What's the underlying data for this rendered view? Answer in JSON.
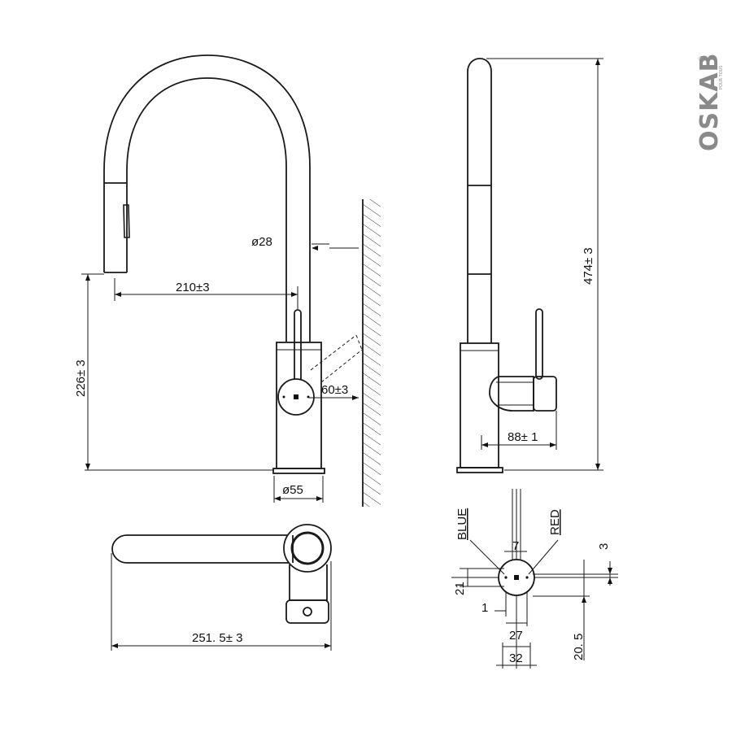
{
  "brand": {
    "logo_text": "OSKAB",
    "registered_mark": "®",
    "tagline": "POUR TOUS"
  },
  "front_view": {
    "pipe_diameter": "ø28",
    "spout_reach": "210±3",
    "spout_height": "226± 3",
    "wall_offset": "60±3",
    "base_diameter": "ø55"
  },
  "side_view": {
    "total_height": "474± 3",
    "handle_reach": "88± 1"
  },
  "top_view": {
    "total_length": "251. 5± 3"
  },
  "hole_detail": {
    "label_cold": "BLUE",
    "label_hot": "RED",
    "dim_7": "7",
    "dim_3": "3",
    "dim_21": "21",
    "dim_1": "1",
    "dim_27": "27",
    "dim_20_5": "20. 5",
    "dim_32": "32"
  }
}
